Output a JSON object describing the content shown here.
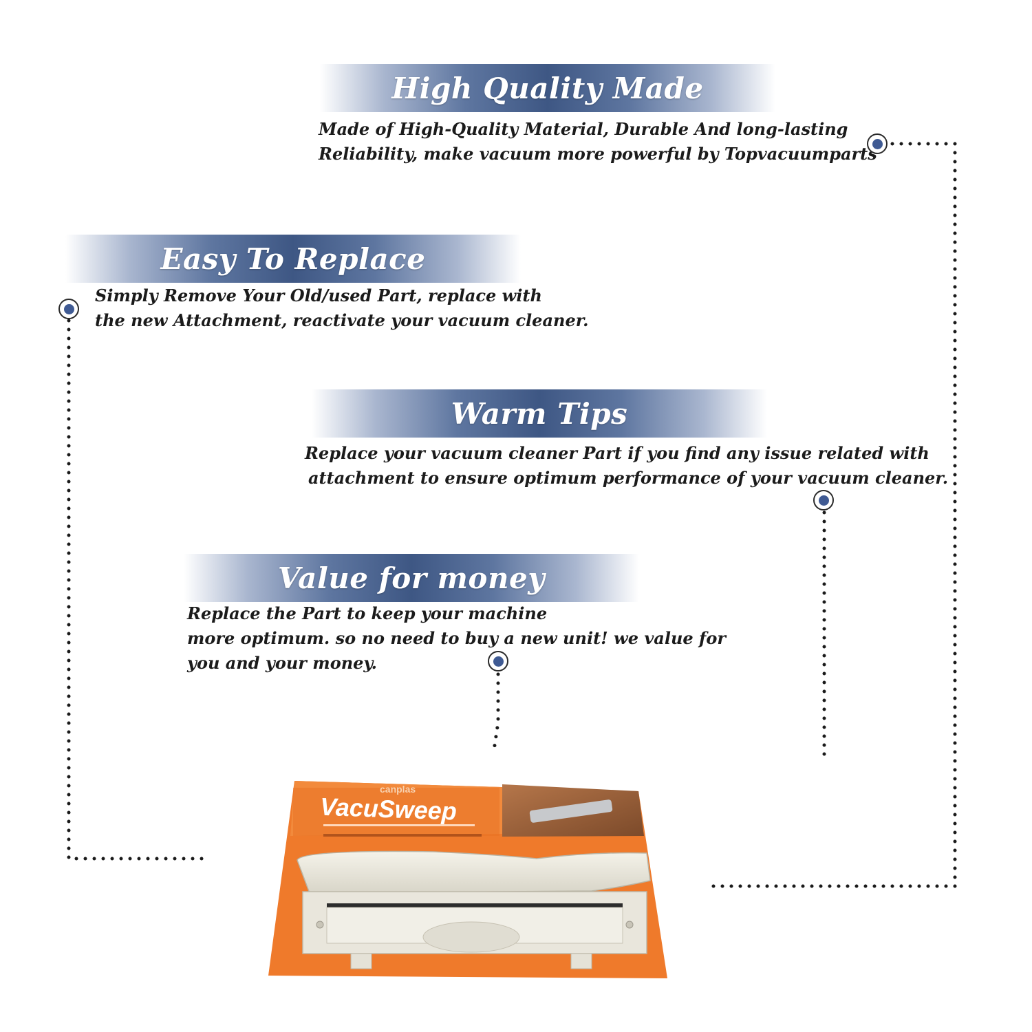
{
  "sections": [
    {
      "title": "High Quality Made",
      "lines": [
        "Made of  High-Quality Material, Durable And long-lasting",
        "Reliability, make vacuum more powerful by Topvacuumparts"
      ]
    },
    {
      "title": "Easy To Replace",
      "lines": [
        "Simply Remove Your Old/used Part, replace with",
        "the new Attachment, reactivate your vacuum cleaner."
      ]
    },
    {
      "title": "Warm Tips",
      "lines": [
        "Replace your vacuum cleaner Part if you find any issue related with",
        "attachment to ensure optimum performance of your vacuum cleaner."
      ]
    },
    {
      "title": "Value for money",
      "lines": [
        "Replace the Part to keep your machine",
        "more optimum. so no need to buy a new unit! we value for",
        "you and your money."
      ]
    }
  ],
  "product": {
    "brand": "canplas",
    "name": "VacuSweep"
  },
  "colors": {
    "banner_center": "#3e5784",
    "marker_fill": "#3f5a93",
    "packaging_orange": "#ef7a2b"
  }
}
